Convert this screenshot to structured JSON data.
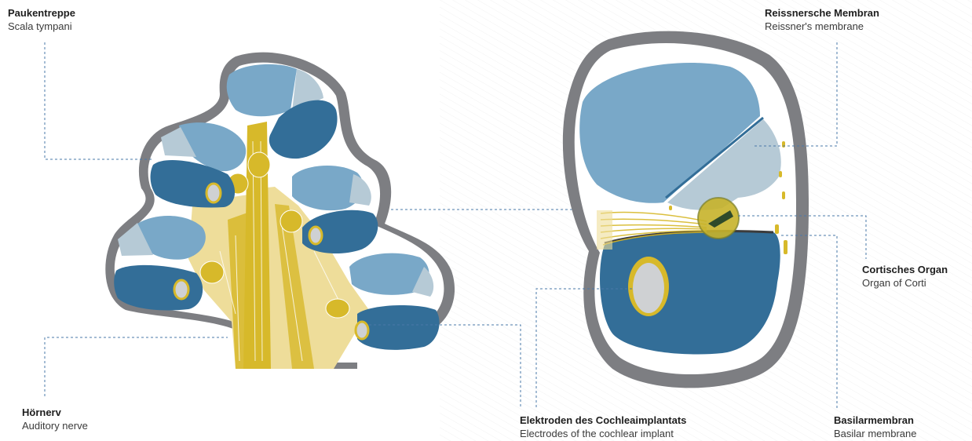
{
  "labels": {
    "scala_tympani": {
      "de": "Paukentreppe",
      "en": "Scala tympani"
    },
    "auditory_nerve": {
      "de": "Hörnerv",
      "en": "Auditory nerve"
    },
    "electrodes": {
      "de": "Elektroden des Cochleaimplantats",
      "en": "Electrodes of the cochlear implant"
    },
    "reissner": {
      "de": "Reissnersche Membran",
      "en": "Reissner's membrane"
    },
    "corti": {
      "de": "Cortisches Organ",
      "en": "Organ of Corti"
    },
    "basilar": {
      "de": "Basilarmembran",
      "en": "Basilar membrane"
    }
  },
  "colors": {
    "bone_gray": "#7d7e82",
    "scala_light": "#79a8c8",
    "scala_dark": "#336e98",
    "scala_pale": "#b6cad6",
    "nerve_gold": "#d7b92a",
    "nerve_pale": "#eedd9a",
    "electrode": "#cfd1d3",
    "leader_line": "#4a78a8"
  }
}
